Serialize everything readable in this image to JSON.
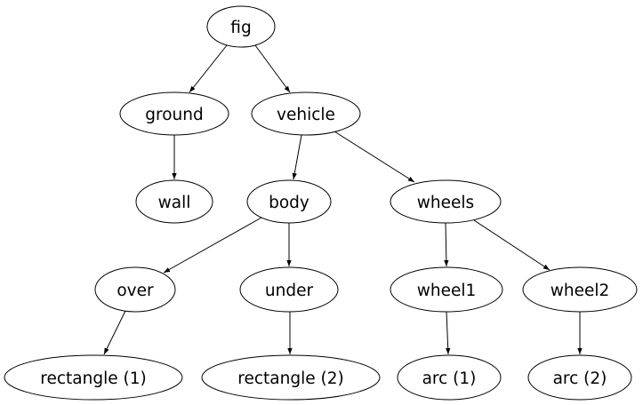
{
  "colors": {
    "background": "#ffffff",
    "node_fill": "#ffffff",
    "node_stroke": "#000000",
    "edge_color": "#000000",
    "text_color": "#000000"
  },
  "diagram": {
    "type": "tree",
    "root": "fig",
    "nodes": {
      "fig": {
        "label": "fig"
      },
      "ground": {
        "label": "ground"
      },
      "vehicle": {
        "label": "vehicle"
      },
      "wall": {
        "label": "wall"
      },
      "body": {
        "label": "body"
      },
      "wheels": {
        "label": "wheels"
      },
      "over": {
        "label": "over"
      },
      "under": {
        "label": "under"
      },
      "wheel1": {
        "label": "wheel1"
      },
      "wheel2": {
        "label": "wheel2"
      },
      "rectangle1": {
        "label": "rectangle (1)"
      },
      "rectangle2": {
        "label": "rectangle (2)"
      },
      "arc1": {
        "label": "arc (1)"
      },
      "arc2": {
        "label": "arc (2)"
      }
    },
    "edges": [
      {
        "from": "fig",
        "to": "ground"
      },
      {
        "from": "fig",
        "to": "vehicle"
      },
      {
        "from": "ground",
        "to": "wall"
      },
      {
        "from": "vehicle",
        "to": "body"
      },
      {
        "from": "vehicle",
        "to": "wheels"
      },
      {
        "from": "body",
        "to": "over"
      },
      {
        "from": "body",
        "to": "under"
      },
      {
        "from": "wheels",
        "to": "wheel1"
      },
      {
        "from": "wheels",
        "to": "wheel2"
      },
      {
        "from": "over",
        "to": "rectangle1"
      },
      {
        "from": "under",
        "to": "rectangle2"
      },
      {
        "from": "wheel1",
        "to": "arc1"
      },
      {
        "from": "wheel2",
        "to": "arc2"
      }
    ]
  }
}
